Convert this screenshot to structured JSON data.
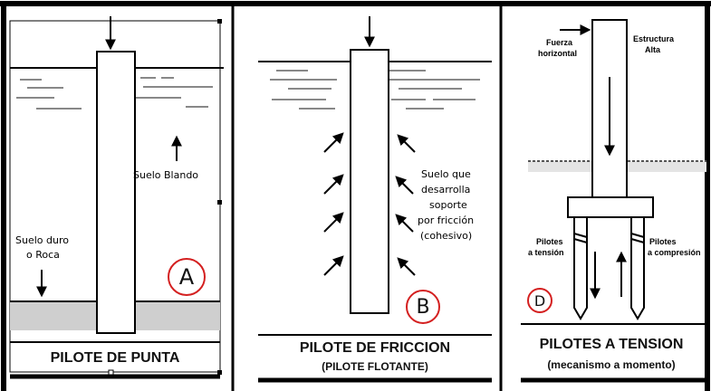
{
  "panel_a": {
    "label_soft": "Suelo Blando",
    "label_hard_1": "Suelo duro",
    "label_hard_2": "o Roca",
    "badge": "A",
    "caption": "PILOTE DE PUNTA"
  },
  "panel_b": {
    "label_1": "Suelo que",
    "label_2": "desarrolla",
    "label_3": "soporte",
    "label_4": "por fricción",
    "label_5": "(cohesivo)",
    "badge": "B",
    "caption": "PILOTE DE FRICCION",
    "subcaption": "(PILOTE FLOTANTE)"
  },
  "panel_d": {
    "force_1": "Fuerza",
    "force_2": "horizontal",
    "struct_1": "Estructura",
    "struct_2": "Alta",
    "piles_t1": "Pilotes",
    "piles_t2": "a tensión",
    "piles_c1": "Pilotes",
    "piles_c2": "a compresión",
    "badge": "D",
    "caption": "PILOTES A TENSION",
    "subcaption": "(mecanismo a momento)"
  },
  "colors": {
    "badge_ring": "#d42020",
    "rock": "#cfcfcf",
    "soil_dash": "#777777"
  }
}
